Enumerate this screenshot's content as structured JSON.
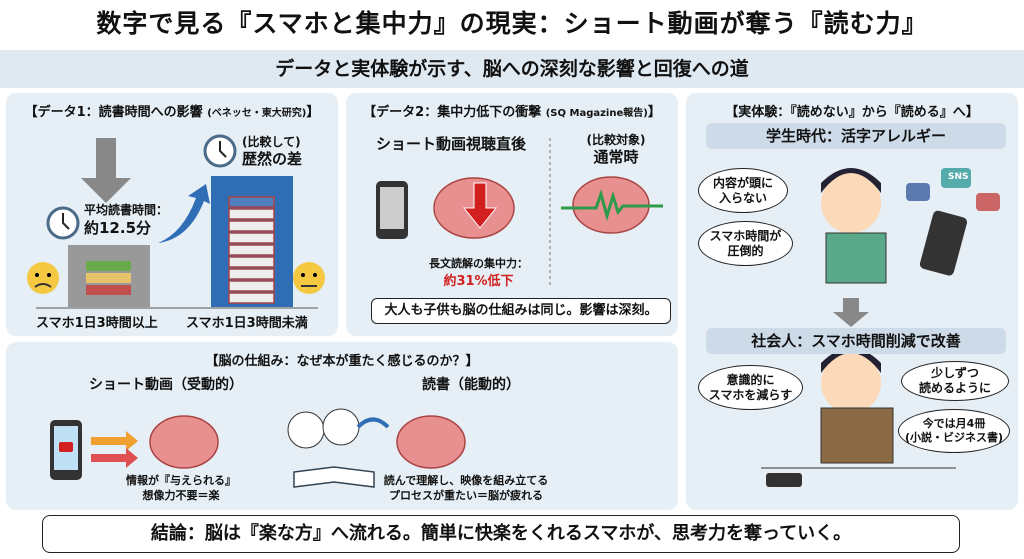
{
  "title": "数字で見る『スマホと集中力』の現実：ショート動画が奪う『読む力』",
  "subtitle": "データと実体験が示す、脳への深刻な影響と回復への道",
  "data1": {
    "heading": "【データ1：読書時間への影響",
    "source": "(ベネッセ・東大研究)",
    "heading_end": "】",
    "avg_label": "平均読書時間：",
    "avg_value": "約12.5分",
    "compare_label": "(比較して)",
    "compare_value": "歴然の差",
    "bar_left_label": "スマホ1日3時間以上",
    "bar_right_label": "スマホ1日3時間未満"
  },
  "data2": {
    "heading": "【データ2：集中力低下の衝撃",
    "source": "(SQ Magazine報告)",
    "heading_end": "】",
    "left_title": "ショート動画視聴直後",
    "right_sub": "(比較対象)",
    "right_title": "通常時",
    "metric_label": "長文読解の集中力：",
    "metric_value": "約31%低下",
    "note": "大人も子供も脳の仕組みは同じ。影響は深刻。"
  },
  "brain": {
    "heading": "【脳の仕組み：なぜ本が重たく感じるのか？】",
    "left_title": "ショート動画（受動的）",
    "left_desc1": "情報が『与えられる』",
    "left_desc2": "想像力不要＝楽",
    "right_title": "読書（能動的）",
    "right_desc1": "読んで理解し、映像を組み立てる",
    "right_desc2": "プロセスが重たい＝脳が疲れる"
  },
  "experience": {
    "heading": "【実体験：『読めない』から『読める』へ】",
    "student_band": "学生時代：活字アレルギー",
    "bubble1": "内容が頭に\n入らない",
    "bubble2": "スマホ時間が\n圧倒的",
    "sns_label": "SNS",
    "adult_band": "社会人：スマホ時間削減で改善",
    "bubble3": "意識的に\nスマホを減らす",
    "bubble4": "少しずつ\n読めるように",
    "bubble5": "今では月4冊\n(小説・ビジネス書)"
  },
  "conclusion": "結論：脳は『楽な方』へ流れる。簡単に快楽をくれるスマホが、思考力を奪っていく。",
  "colors": {
    "panel": "#e6eff5",
    "accent_blue": "#2f6db5",
    "red": "#d22020",
    "green": "#2e9a4c"
  }
}
